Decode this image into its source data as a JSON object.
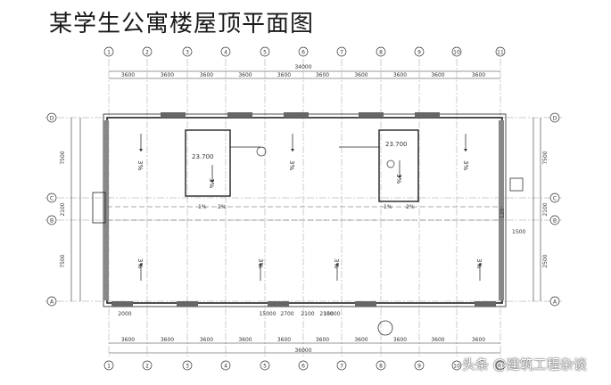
{
  "title": "某学生公寓楼屋顶平面图",
  "axes": {
    "numbered": [
      "1",
      "2",
      "3",
      "4",
      "5",
      "6",
      "7",
      "8",
      "9",
      "10",
      "11"
    ],
    "lettered": [
      "D",
      "C",
      "B",
      "A"
    ]
  },
  "dimensions": {
    "top_total": "34000",
    "top_bays": [
      "3600",
      "3600",
      "3600",
      "3600",
      "3600",
      "3600",
      "3600",
      "3600",
      "3600",
      "3600"
    ],
    "bottom_total": "36000",
    "bottom_bays": [
      "3600",
      "3600",
      "3600",
      "3600",
      "3600",
      "3600",
      "3600",
      "3600",
      "3600",
      "3600"
    ],
    "bottom_small": [
      "2000",
      "15000",
      "2700",
      "2100",
      "2100",
      "15000"
    ],
    "left_vertical": [
      "7500",
      "2100",
      "7500"
    ],
    "right_vertical": [
      "7500",
      "2100",
      "2500"
    ]
  },
  "labels": {
    "elev_left": "23.700",
    "elev_right": "23.700",
    "slope": "3%",
    "slope_small": "1%",
    "slope_2pct": "2%",
    "right_note": "1500",
    "right_code": "120"
  },
  "watermark": "头条 @建筑工程杂谈"
}
